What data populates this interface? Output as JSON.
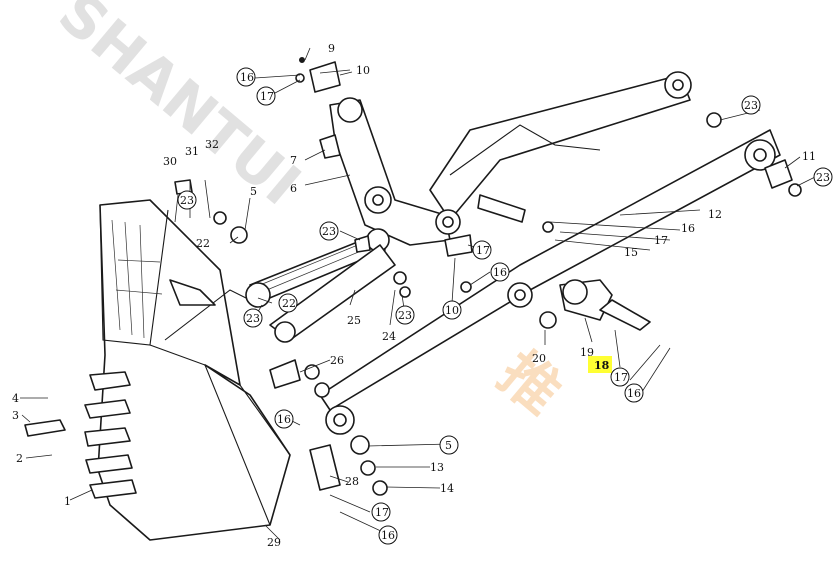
{
  "watermark": {
    "text": "SHANTUI",
    "suffix": "推"
  },
  "callouts": {
    "c1": "1",
    "c2": "2",
    "c3": "3",
    "c4": "4",
    "c5": "5",
    "c6": "6",
    "c7": "7",
    "c9": "9",
    "c10": "10",
    "c10b": "10",
    "c11": "11",
    "c12": "12",
    "c13": "13",
    "c14": "14",
    "c15": "15",
    "c16a": "16",
    "c16b": "16",
    "c16c": "16",
    "c16d": "16",
    "c16e": "16",
    "c16f": "16",
    "c17a": "17",
    "c17b": "17",
    "c17c": "17",
    "c17d": "17",
    "c17e": "17",
    "c18": "18",
    "c19": "19",
    "c20": "20",
    "c22a": "22",
    "c22b": "22",
    "c23a": "23",
    "c23b": "23",
    "c23c": "23",
    "c23d": "23",
    "c23e": "23",
    "c24": "24",
    "c25": "25",
    "c26": "26",
    "c28": "28",
    "c29": "29",
    "c30": "30",
    "c31": "31",
    "c32": "32",
    "c5b": "5"
  },
  "highlight": {
    "label": "18",
    "color": "#ffff33"
  }
}
